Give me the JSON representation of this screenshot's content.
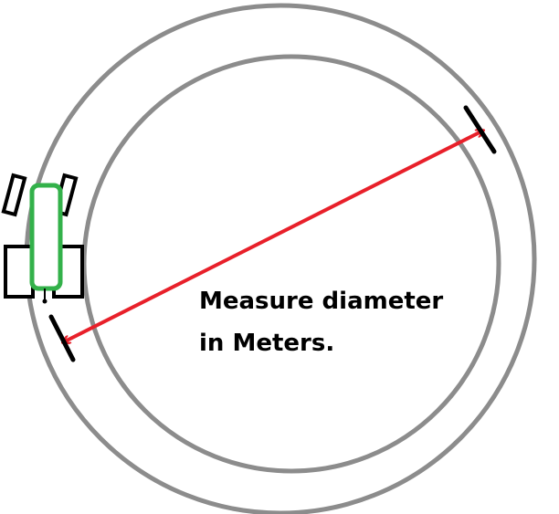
{
  "annotation": {
    "line1": "Measure diameter",
    "line2": "in Meters."
  },
  "colors": {
    "ring": "#8c8c8c",
    "arrow": "#e8202a",
    "tractor_body": "#33b14a",
    "tractor_wheels": "#000000",
    "marker": "#000000",
    "label": "#000000"
  },
  "icons": {
    "vehicle": "tractor-icon",
    "start_marker": "tick-marker",
    "end_marker": "tick-marker"
  }
}
